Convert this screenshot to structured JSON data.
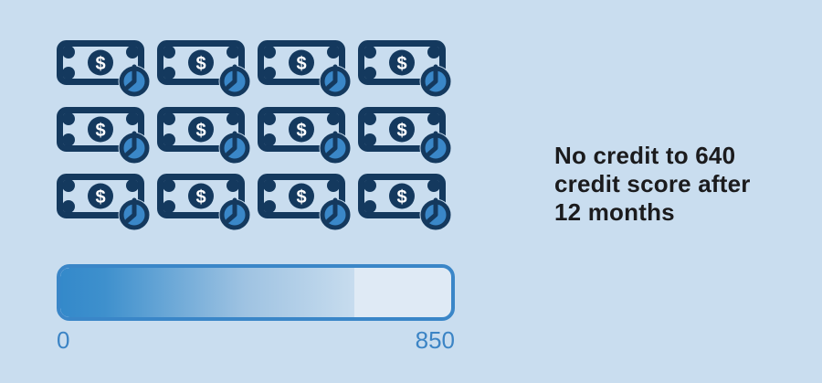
{
  "background_color": "#c9ddef",
  "colors": {
    "navy": "#14395e",
    "clock_blue": "#3a87c8",
    "bar_border": "#3a86c8",
    "bar_track": "#dfeaf5",
    "bar_fill_start": "#3489ca",
    "bar_fill_end": "#c7dcee",
    "scale_label_blue": "#3b84c5",
    "caption_text": "#1b1b1d"
  },
  "icon_grid": {
    "icon_name": "money-bill-clock-icon",
    "rows": 3,
    "columns": 4,
    "count": 12,
    "dollar_sign": "$"
  },
  "caption": {
    "text": "No credit to 640\ncredit score after\n12 months"
  },
  "credit_scale": {
    "min_label": "0",
    "max_label": "850",
    "value": 640,
    "max": 850,
    "fill_percent": 75.3
  },
  "chart_data": {
    "type": "bar",
    "title": "No credit to 640 credit score after 12 months",
    "categories": [
      "credit score after 12 months"
    ],
    "values": [
      640
    ],
    "xlabel": "",
    "ylabel": "credit score",
    "xlim": [
      0,
      850
    ],
    "tick_labels": [
      "0",
      "850"
    ],
    "grid": false,
    "legend_position": "none",
    "pictogram": {
      "icon": "money-bill-clock",
      "count": 12,
      "meaning": "12 months"
    }
  }
}
